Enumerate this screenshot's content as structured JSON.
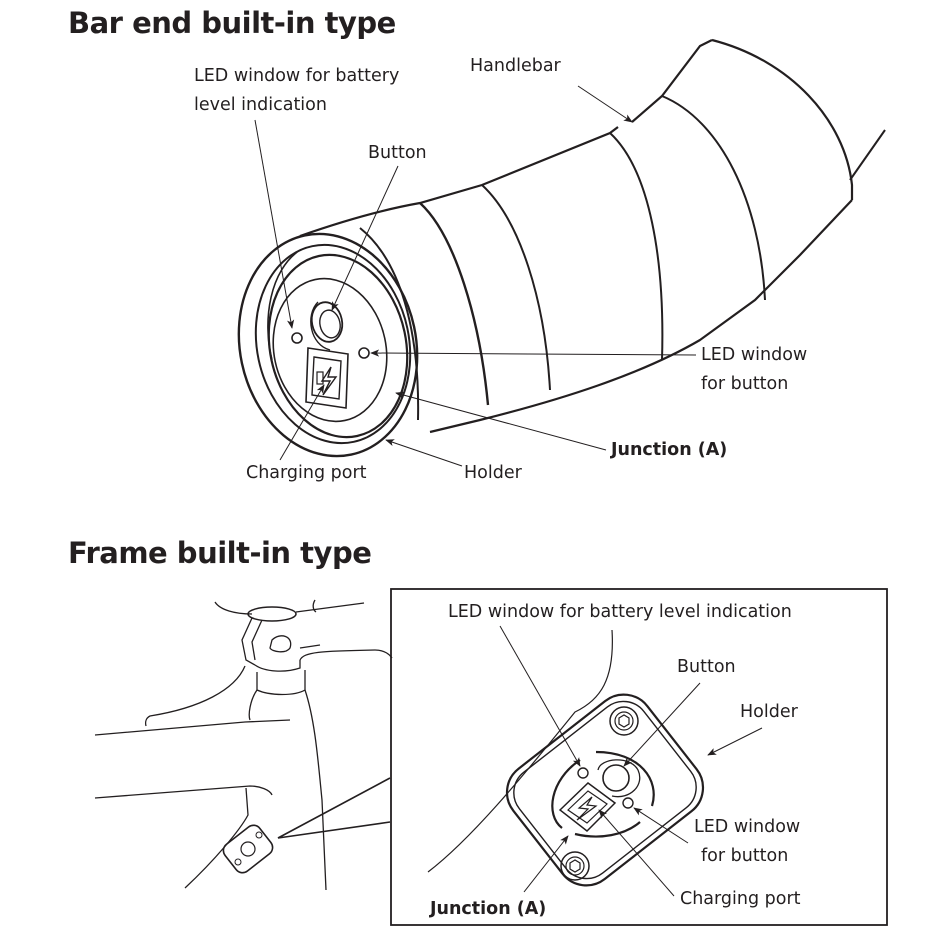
{
  "sections": [
    {
      "title": "Bar end built-in type",
      "labels": {
        "led_battery_line1": "LED window for battery",
        "led_battery_line2": "level indication",
        "handlebar": "Handlebar",
        "button": "Button",
        "led_button_line1": "LED window",
        "led_button_line2": "for button",
        "junction": "Junction (A)",
        "charging_port": "Charging port",
        "holder": "Holder"
      }
    },
    {
      "title": "Frame built-in type",
      "labels": {
        "led_battery": "LED window for battery level indication",
        "button": "Button",
        "holder": "Holder",
        "led_button_line1": "LED window",
        "led_button_line2": "for button",
        "charging_port": "Charging port",
        "junction": "Junction (A)"
      }
    }
  ],
  "icons": {
    "charging": "lightning-bolt-icon",
    "screw": "hex-socket-screw-icon"
  }
}
